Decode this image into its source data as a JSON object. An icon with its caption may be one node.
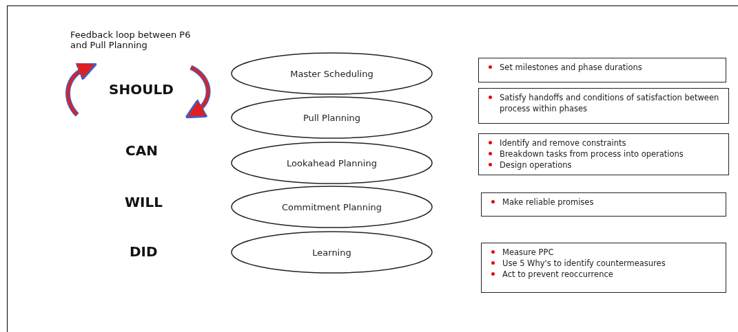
{
  "diagram": {
    "nodes": [
      {
        "text": [
          "Master Scheduling"
        ]
      },
      {
        "text": [
          "Pull Planning"
        ]
      },
      {
        "text": [
          "Lookahead Planning"
        ]
      },
      {
        "text": [
          "Commitment Planning"
        ]
      },
      {
        "text": [
          "Learning"
        ]
      },
      {
        "text": [
          "Set milestones and phase durations"
        ]
      },
      {
        "text": [
          "Satisfy handoffs and conditions of satisfaction between process within phases"
        ]
      },
      {
        "text": [
          "Identify and remove constraints",
          "Breakdown tasks from process into operations",
          "Design operations"
        ]
      },
      {
        "text": [
          "Make reliable promises"
        ]
      },
      {
        "text": [
          "Measure PPC",
          "Use 5 Why's to identify countermeasures",
          "Act to prevent reoccurrence"
        ]
      }
    ],
    "edges": [],
    "labels": [
      "Feedback loop between P6 and Pull Planning",
      "SHOULD",
      "CAN",
      "WILL",
      "DID"
    ]
  }
}
